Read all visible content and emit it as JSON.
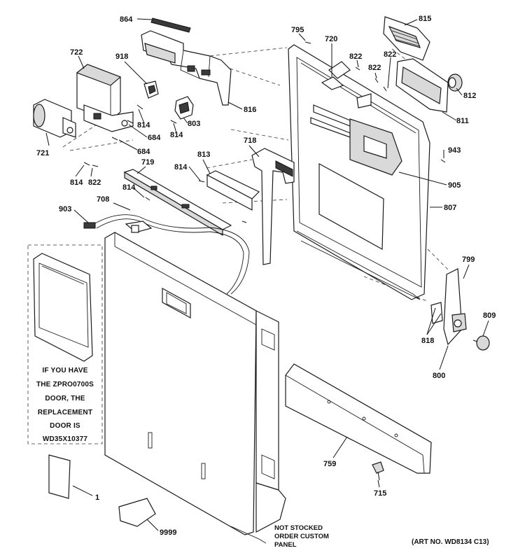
{
  "callouts": {
    "p864": "864",
    "p815": "815",
    "p795": "795",
    "p720": "720",
    "p722": "722",
    "p918": "918",
    "p822a": "822",
    "p822b": "822",
    "p822c": "822",
    "p812": "812",
    "p816": "816",
    "p811": "811",
    "p721": "721",
    "p684a": "684",
    "p684b": "684",
    "p814a": "814",
    "p814b": "814",
    "p803": "803",
    "p813": "813",
    "p814c": "814",
    "p718": "718",
    "p719": "719",
    "p943": "943",
    "p814d": "814",
    "p822d": "822",
    "p814e": "814",
    "p905": "905",
    "p708": "708",
    "p903": "903",
    "p807": "807",
    "p799": "799",
    "p809": "809",
    "p818": "818",
    "p800": "800",
    "p759": "759",
    "p715": "715",
    "p1": "1",
    "p9999": "9999"
  },
  "inset_note": {
    "line1": "IF YOU HAVE",
    "line2": "THE ZPRO0700S",
    "line3": "DOOR, THE",
    "line4": "REPLACEMENT",
    "line5": "DOOR IS",
    "line6": "WD35X10377"
  },
  "panel_note": {
    "line1": "NOT STOCKED",
    "line2": "ORDER CUSTOM",
    "line3": "PANEL"
  },
  "art_number": "(ART NO. WD8134 C13)"
}
